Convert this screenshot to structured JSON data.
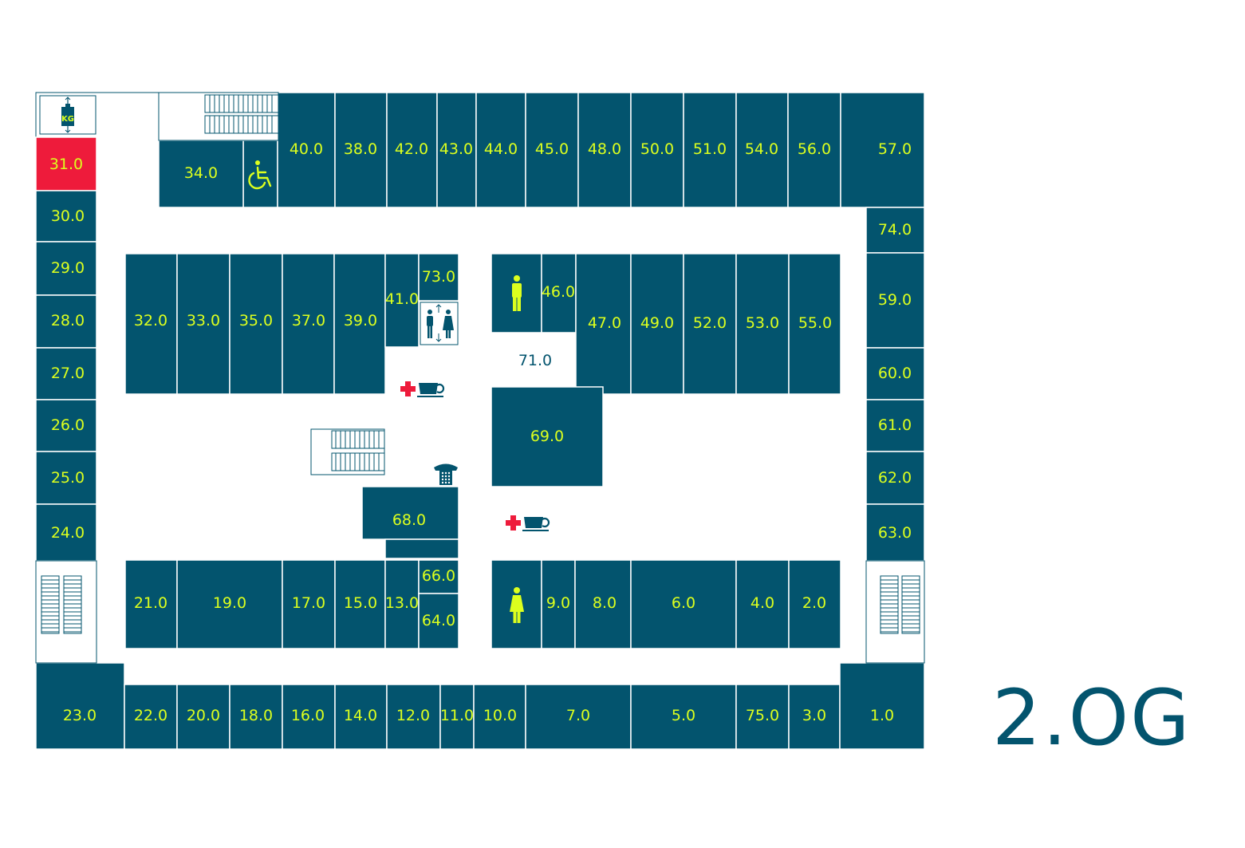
{
  "floor": {
    "title": "2.OG"
  },
  "colors": {
    "room": "#03546e",
    "label": "#dcff1e",
    "highlight": "#ee1b3b",
    "cross": "#ee1b3b"
  },
  "rooms": [
    {
      "id": "31.0",
      "label": "31.0",
      "highlighted": true
    },
    {
      "id": "30.0",
      "label": "30.0"
    },
    {
      "id": "29.0",
      "label": "29.0"
    },
    {
      "id": "28.0",
      "label": "28.0"
    },
    {
      "id": "27.0",
      "label": "27.0"
    },
    {
      "id": "26.0",
      "label": "26.0"
    },
    {
      "id": "25.0",
      "label": "25.0"
    },
    {
      "id": "24.0",
      "label": "24.0"
    },
    {
      "id": "23.0",
      "label": "23.0"
    },
    {
      "id": "34.0",
      "label": "34.0"
    },
    {
      "id": "40.0",
      "label": "40.0"
    },
    {
      "id": "38.0",
      "label": "38.0"
    },
    {
      "id": "42.0",
      "label": "42.0"
    },
    {
      "id": "43.0",
      "label": "43.0"
    },
    {
      "id": "44.0",
      "label": "44.0"
    },
    {
      "id": "45.0",
      "label": "45.0"
    },
    {
      "id": "48.0",
      "label": "48.0"
    },
    {
      "id": "50.0",
      "label": "50.0"
    },
    {
      "id": "51.0",
      "label": "51.0"
    },
    {
      "id": "54.0",
      "label": "54.0"
    },
    {
      "id": "56.0",
      "label": "56.0"
    },
    {
      "id": "57.0",
      "label": "57.0"
    },
    {
      "id": "74.0",
      "label": "74.0"
    },
    {
      "id": "59.0",
      "label": "59.0"
    },
    {
      "id": "60.0",
      "label": "60.0"
    },
    {
      "id": "61.0",
      "label": "61.0"
    },
    {
      "id": "62.0",
      "label": "62.0"
    },
    {
      "id": "63.0",
      "label": "63.0"
    },
    {
      "id": "32.0",
      "label": "32.0"
    },
    {
      "id": "33.0",
      "label": "33.0"
    },
    {
      "id": "35.0",
      "label": "35.0"
    },
    {
      "id": "37.0",
      "label": "37.0"
    },
    {
      "id": "39.0",
      "label": "39.0"
    },
    {
      "id": "41.0",
      "label": "41.0"
    },
    {
      "id": "73.0",
      "label": "73.0"
    },
    {
      "id": "46.0",
      "label": "46.0"
    },
    {
      "id": "47.0",
      "label": "47.0"
    },
    {
      "id": "49.0",
      "label": "49.0"
    },
    {
      "id": "52.0",
      "label": "52.0"
    },
    {
      "id": "53.0",
      "label": "53.0"
    },
    {
      "id": "55.0",
      "label": "55.0"
    },
    {
      "id": "69.0",
      "label": "69.0"
    },
    {
      "id": "68.0",
      "label": "68.0"
    },
    {
      "id": "21.0",
      "label": "21.0"
    },
    {
      "id": "19.0",
      "label": "19.0"
    },
    {
      "id": "17.0",
      "label": "17.0"
    },
    {
      "id": "15.0",
      "label": "15.0"
    },
    {
      "id": "13.0",
      "label": "13.0"
    },
    {
      "id": "66.0",
      "label": "66.0"
    },
    {
      "id": "64.0",
      "label": "64.0"
    },
    {
      "id": "9.0",
      "label": "9.0"
    },
    {
      "id": "8.0",
      "label": "8.0"
    },
    {
      "id": "6.0",
      "label": "6.0"
    },
    {
      "id": "4.0",
      "label": "4.0"
    },
    {
      "id": "2.0",
      "label": "2.0"
    },
    {
      "id": "22.0",
      "label": "22.0"
    },
    {
      "id": "20.0",
      "label": "20.0"
    },
    {
      "id": "18.0",
      "label": "18.0"
    },
    {
      "id": "16.0",
      "label": "16.0"
    },
    {
      "id": "14.0",
      "label": "14.0"
    },
    {
      "id": "12.0",
      "label": "12.0"
    },
    {
      "id": "11.0",
      "label": "11.0"
    },
    {
      "id": "10.0",
      "label": "10.0"
    },
    {
      "id": "7.0",
      "label": "7.0"
    },
    {
      "id": "5.0",
      "label": "5.0"
    },
    {
      "id": "75.0",
      "label": "75.0"
    },
    {
      "id": "3.0",
      "label": "3.0"
    },
    {
      "id": "1.0",
      "label": "1.0"
    }
  ],
  "open_rooms": [
    {
      "id": "71.0",
      "label": "71.0"
    }
  ],
  "icons": {
    "scale_label": "KG",
    "items": [
      "scale-icon",
      "wheelchair-icon",
      "elevator-icon",
      "male-restroom-icon",
      "female-restroom-icon",
      "first-aid-icon",
      "cafe-icon",
      "telephone-icon",
      "stairs-icon"
    ]
  }
}
